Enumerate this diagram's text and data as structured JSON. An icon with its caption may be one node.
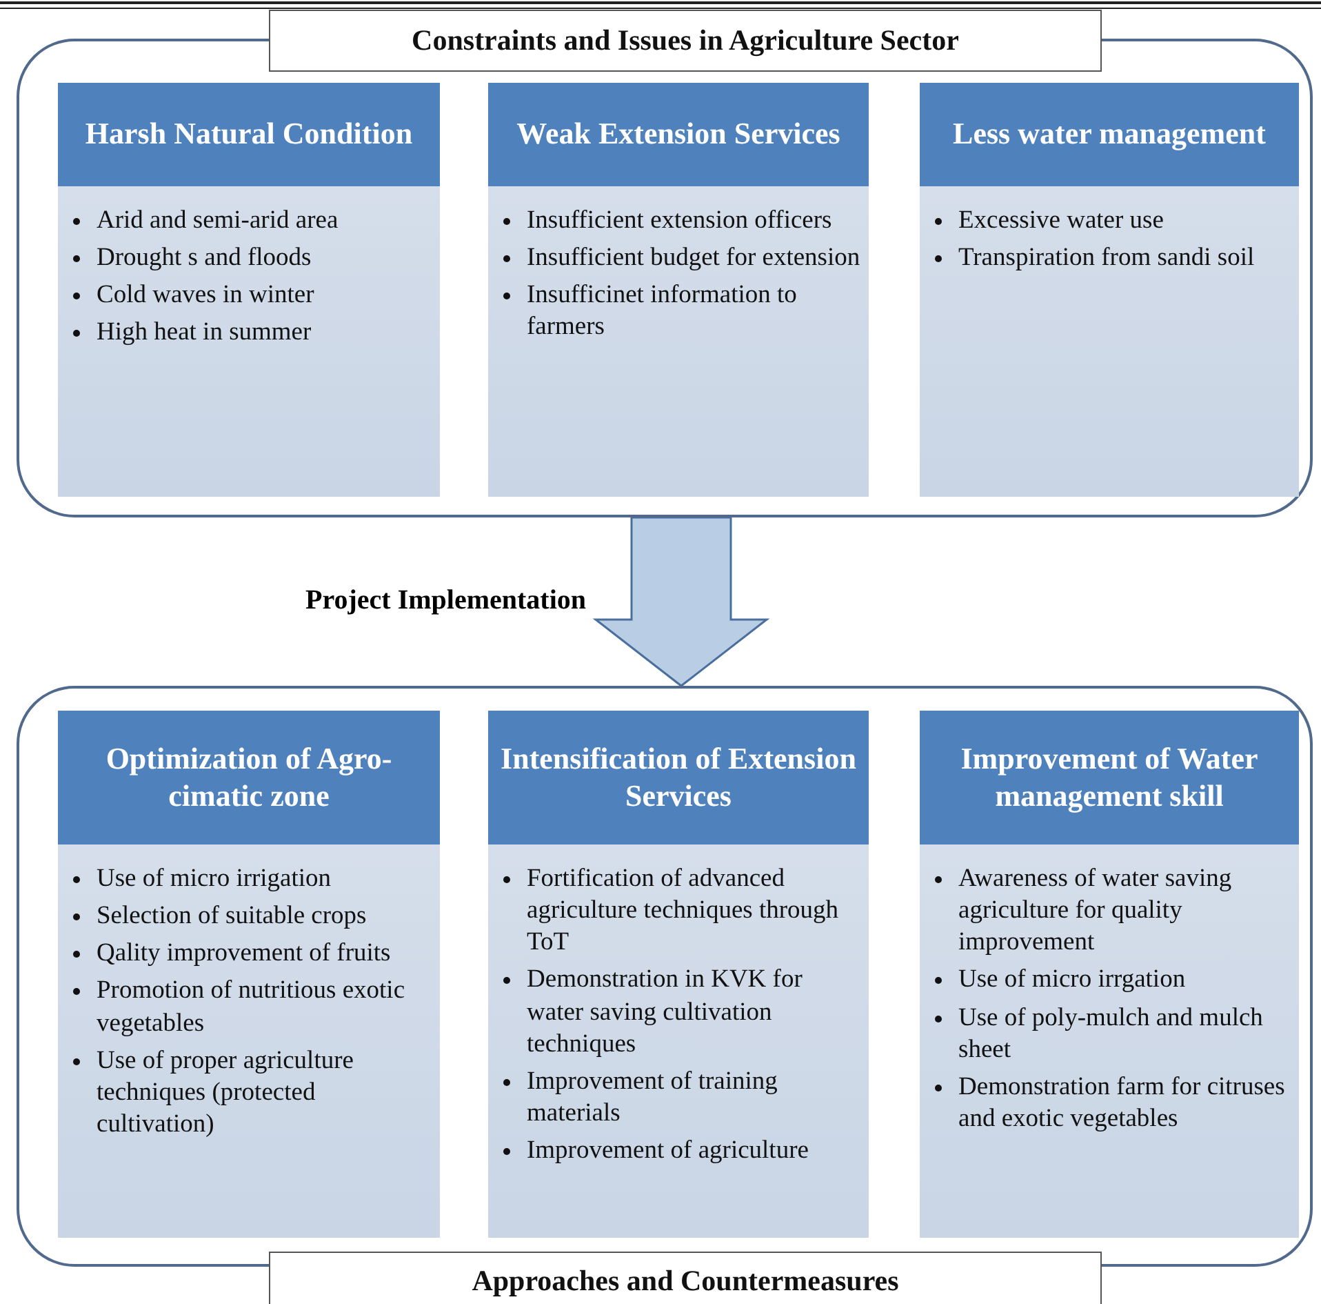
{
  "diagram": {
    "nodes": [
      {
        "text": [
          "Constraints and Issues in Agriculture Sector"
        ]
      },
      {
        "text": [
          "Harsh Natural Condition",
          "Arid and semi-arid area",
          "Drought s and floods",
          "Cold waves in winter",
          "High heat in summer"
        ],
        "in": 0
      },
      {
        "text": [
          "Weak Extension Services",
          "Insufficient extension officers",
          "Insufficient budget for extension",
          "Insufficinet information to farmers"
        ],
        "in": 0
      },
      {
        "text": [
          "Less water management",
          "Excessive water use",
          "Transpiration from sandi soil"
        ],
        "in": 0
      },
      {
        "text": [
          "Approaches and Countermeasures"
        ]
      },
      {
        "text": [
          "Optimization of Agro-cimatic zone",
          "Use of micro irrigation",
          "Selection of suitable crops",
          "Qality improvement of fruits",
          "Promotion of nutritious exotic vegetables",
          "Use of proper agriculture techniques (protected cultivation)"
        ],
        "in": 4
      },
      {
        "text": [
          "Intensification of Extension Services",
          "Fortification of advanced agriculture techniques through ToT",
          "Demonstration in KVK for water saving cultivation techniques",
          "Improvement of training materials",
          "Improvement of agriculture"
        ],
        "in": 4
      },
      {
        "text": [
          "Improvement of Water management skill",
          "Awareness of water saving agriculture for quality improvement",
          "Use of micro irrgation",
          "Use of poly-mulch and mulch sheet",
          "Demonstration farm for citruses and exotic vegetables"
        ],
        "in": 4
      }
    ],
    "edges": [
      {
        "from": 0,
        "to": 4,
        "arrow": "to",
        "style": "thick",
        "label": "Project Implementation"
      }
    ]
  }
}
